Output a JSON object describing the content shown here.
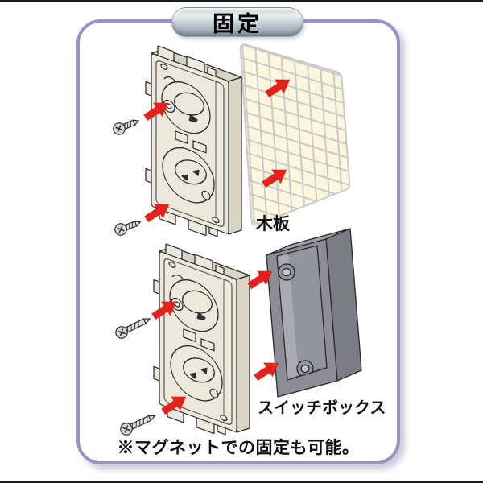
{
  "title_badge": {
    "label": "固定"
  },
  "diagrams": [
    {
      "id": "wood-board",
      "label": "木板"
    },
    {
      "id": "switch-box",
      "label": "スイッチボックス"
    }
  ],
  "note": {
    "text": "※マグネットでの固定も可能。"
  },
  "icons": {
    "arrow": "red-arrow-icon",
    "screw_short": "wood-screw-icon",
    "screw_long": "machine-screw-icon"
  },
  "colors": {
    "accent-red": "#e5211d",
    "panel-border": "#9a94c6",
    "plate-fill": "#ece9dc",
    "plate-side": "#d9d5c5",
    "mesh-fill": "#fbf7dd",
    "mesh-line": "#c9c9c9",
    "box-front": "#8d8d96",
    "box-top": "#a0a0a8",
    "box-side": "#7c7c84",
    "box-back": "#94949c",
    "box-inner-light": "#aaaab2",
    "box-inner-dark": "#6d6d75",
    "outline-dark": "#2f2f33",
    "screw-fill": "#e6e6e6",
    "screw-head": "#d9d9d9",
    "text": "#111111",
    "rule": "#1c1c1c"
  }
}
